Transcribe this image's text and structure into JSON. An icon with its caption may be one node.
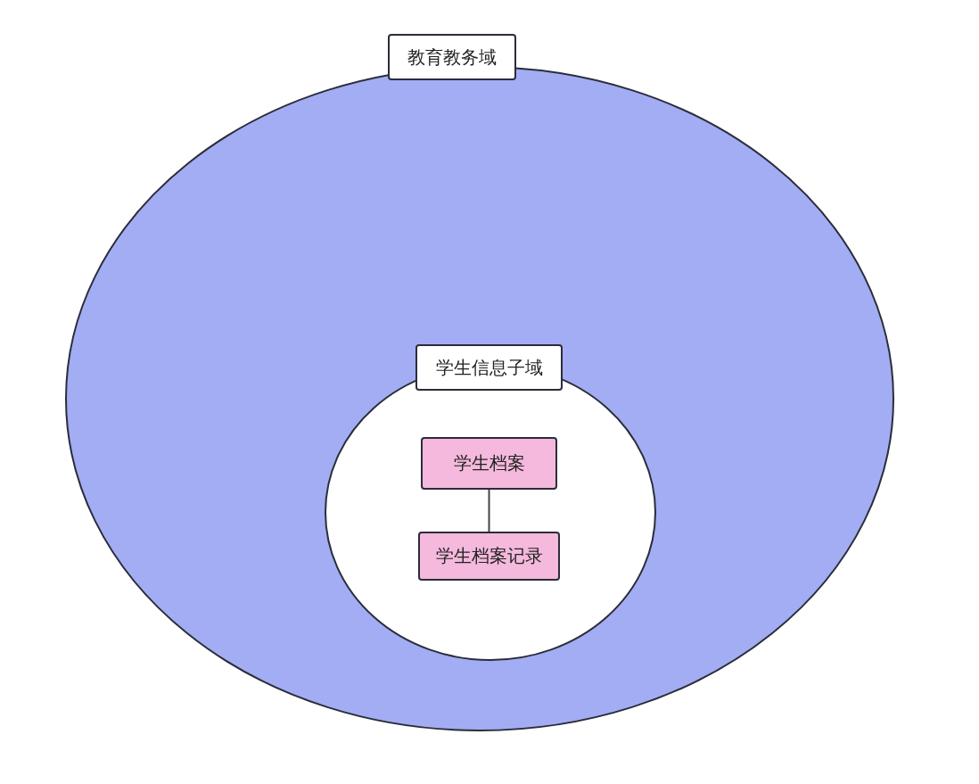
{
  "diagram": {
    "nodes": [
      {
        "text": [
          "教育教务域"
        ]
      },
      {
        "text": [
          "学生信息子域"
        ],
        "in": 0
      },
      {
        "text": [
          "学生档案"
        ],
        "in": 1
      },
      {
        "text": [
          "学生档案记录"
        ],
        "in": 1
      }
    ],
    "edges": [
      {
        "from": 2,
        "to": 3,
        "arrow": "none"
      }
    ]
  }
}
